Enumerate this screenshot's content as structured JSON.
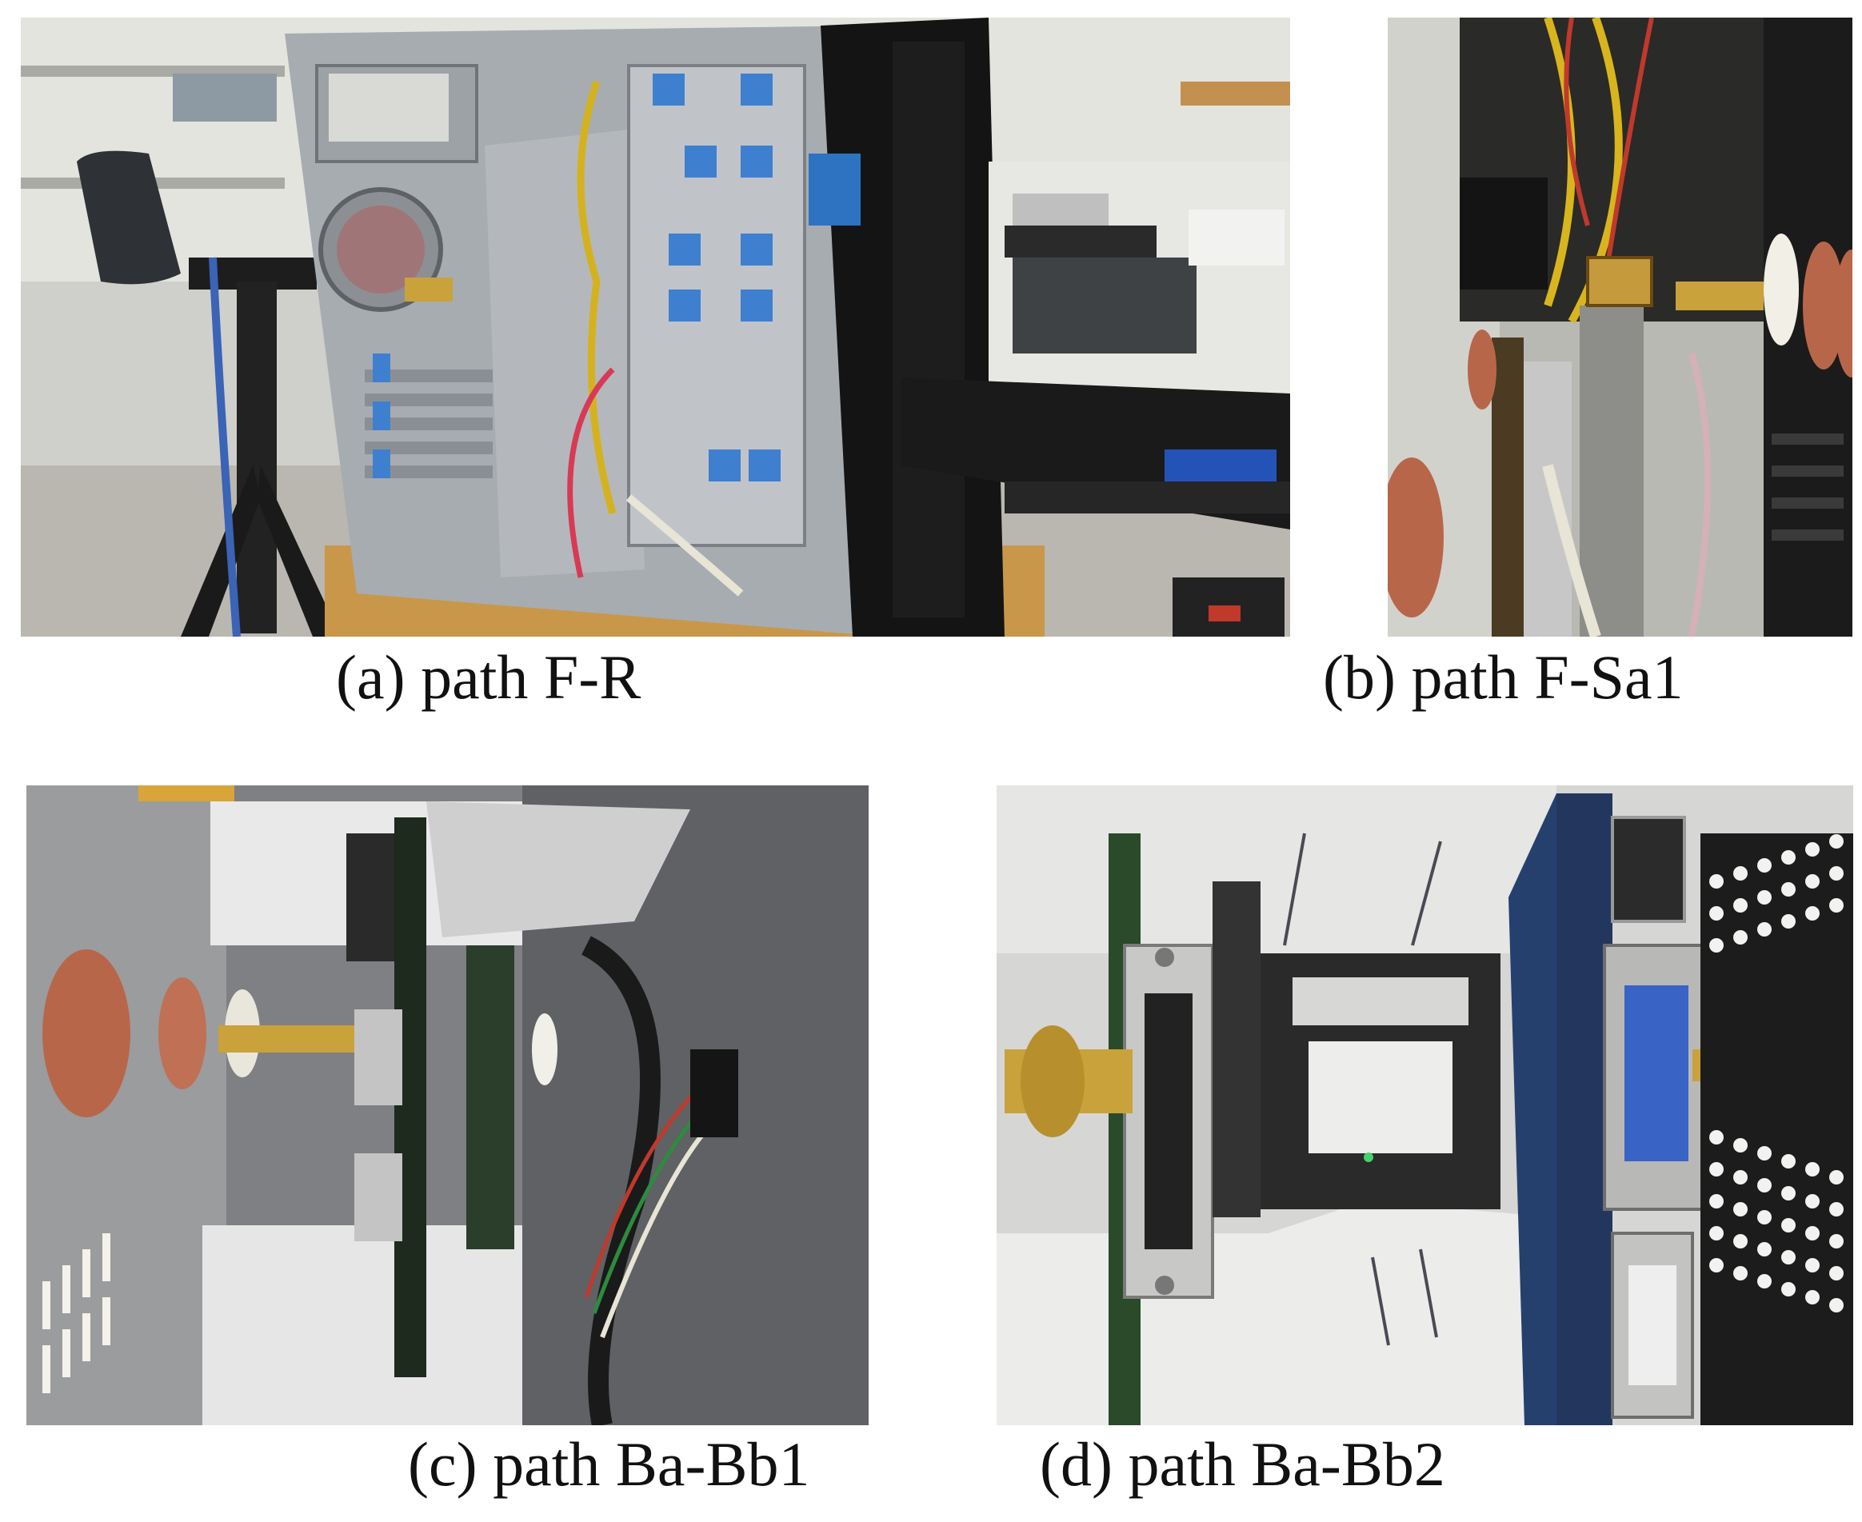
{
  "figure": {
    "panels": [
      {
        "id": "a",
        "caption": "(a) path F-R"
      },
      {
        "id": "b",
        "caption": "(b) path F-Sa1"
      },
      {
        "id": "c",
        "caption": "(c) path Ba-Bb1"
      },
      {
        "id": "d",
        "caption": "(d) path Ba-Bb2"
      }
    ]
  },
  "colors": {
    "caption_text": "#111111",
    "chassis_gray": "#9aa0a6",
    "drive_bay_blue": "#3f7fd0",
    "waveguide_gold": "#c9a23b",
    "copper_tape": "#b8664a",
    "foam_white": "#e9e9e9",
    "pcb_blue": "#26406e"
  }
}
